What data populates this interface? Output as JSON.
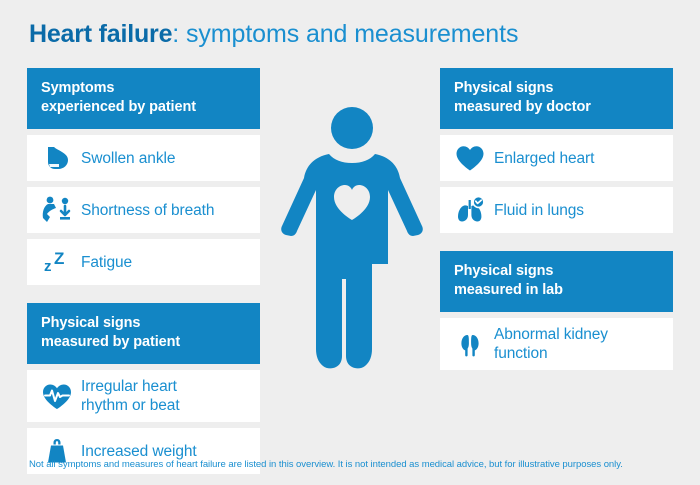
{
  "title": {
    "strong": "Heart failure",
    "rest": ": symptoms and measurements"
  },
  "colors": {
    "brand_blue": "#1285c3",
    "title_dark_blue": "#0b6ba8",
    "text_blue": "#1a8fd0",
    "background": "#eeeeee",
    "card": "#ffffff"
  },
  "left_column": {
    "sections": [
      {
        "header_line1": "Symptoms",
        "header_line2": "experienced by patient",
        "items": [
          {
            "icon": "swollen-ankle-icon",
            "label_line1": "Swollen ankle",
            "label_line2": ""
          },
          {
            "icon": "shortness-of-breath-icon",
            "label_line1": "Shortness of breath",
            "label_line2": ""
          },
          {
            "icon": "fatigue-zzz-icon",
            "label_line1": "Fatigue",
            "label_line2": ""
          }
        ]
      },
      {
        "header_line1": "Physical signs",
        "header_line2": "measured by patient",
        "items": [
          {
            "icon": "heart-rhythm-icon",
            "label_line1": "Irregular heart",
            "label_line2": "rhythm or beat"
          },
          {
            "icon": "weight-icon",
            "label_line1": "Increased weight",
            "label_line2": ""
          }
        ]
      }
    ]
  },
  "right_column": {
    "sections": [
      {
        "header_line1": "Physical signs",
        "header_line2": "measured by doctor",
        "items": [
          {
            "icon": "enlarged-heart-icon",
            "label_line1": "Enlarged heart",
            "label_line2": ""
          },
          {
            "icon": "fluid-in-lungs-icon",
            "label_line1": "Fluid in lungs",
            "label_line2": ""
          }
        ]
      },
      {
        "header_line1": "Physical signs",
        "header_line2": "measured in lab",
        "items": [
          {
            "icon": "kidney-icon",
            "label_line1": "Abnormal kidney",
            "label_line2": "function"
          }
        ]
      }
    ]
  },
  "figure": {
    "name": "human-body-figure",
    "heart_cutout": "heart-shape"
  },
  "footer": {
    "disclaimer": "Not all symptoms and measures of heart failure are listed in this overview. It is not intended as medical advice, but for illustrative purposes only."
  }
}
